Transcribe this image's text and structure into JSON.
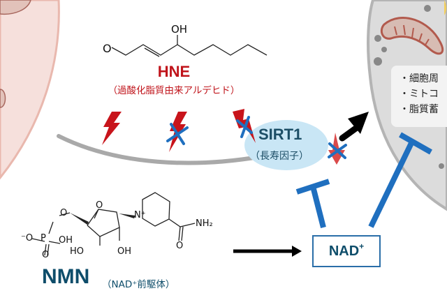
{
  "hne": {
    "title": "HNE",
    "subtitle": "（過酸化脂質由来アルデヒド）",
    "atoms": {
      "oxygen": "O",
      "hydroxyl": "OH"
    }
  },
  "nmn": {
    "title": "NMN",
    "subtitle": "（NAD⁺前駆体）",
    "atoms": {
      "o_minus": "⁻O",
      "phosphorus": "P",
      "p_oh": "OH",
      "p_o_double": "O",
      "ester_o": "O",
      "ring_o": "O",
      "n_plus": "N⁺",
      "ho_left": "HO",
      "oh_right": "OH",
      "nh2": "NH₂",
      "amide_o": "O"
    }
  },
  "sirt1": {
    "title": "SIRT1",
    "subtitle": "（長寿因子）"
  },
  "nad": {
    "label": "NAD",
    "superscript": "+"
  },
  "effects": {
    "items": [
      "・細胞周",
      "・ミトコ",
      "・脂質蓄"
    ]
  },
  "colors": {
    "hne_red": "#c0141b",
    "inhibit_blue": "#1f6fbf",
    "text_navy": "#0e4d6a",
    "sirt_bubble": "#c9e6f5",
    "nmn_panel": "#dde9f7",
    "hne_panel": "#f8d0d3"
  },
  "icons": [
    "lightning-bolt-icon",
    "cross-mark-icon",
    "down-arrow-icon",
    "activation-arrow-icon",
    "inhibition-t-bar-icon",
    "mitochondrion-icon"
  ]
}
